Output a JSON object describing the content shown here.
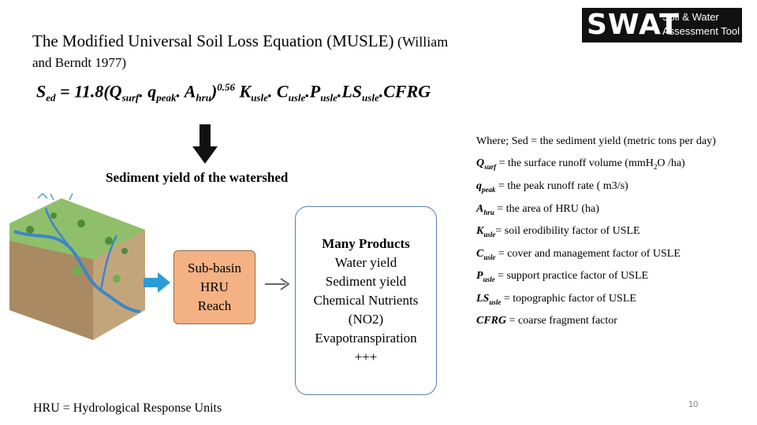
{
  "title": {
    "line1_main": "The Modified Universal Soil Loss Equation (MUSLE)",
    "line1_cite": " (William",
    "line2": "and Berndt 1977)"
  },
  "equation": {
    "s": "S",
    "s_sub": "ed",
    "eq1": " = 11.8(Q",
    "q_sub": "surf",
    "dot1": ". q",
    "qp_sub": "peak",
    "dot2": ". A",
    "a_sub": "hru",
    "close": ")",
    "exp": "0.56",
    "k": " K",
    "k_sub": "usle",
    "c": ". C",
    "c_sub": "usle",
    "p": ".P",
    "p_sub": "usle",
    "ls": ".LS",
    "ls_sub": "usle",
    "cfrg": ".CFRG"
  },
  "logo": {
    "big": "SWAT",
    "line1": "Soil & Water",
    "line2": "Assessment Tool"
  },
  "sediment_heading": "Sediment yield of the watershed",
  "subbasin_box": [
    "Sub-basin",
    "HRU",
    "Reach"
  ],
  "products_box": {
    "heading": "Many Products",
    "items": [
      "Water yield",
      "Sediment yield",
      "Chemical Nutrients",
      "(NO2)",
      "Evapotranspiration",
      "+++"
    ]
  },
  "definitions": {
    "where": "Where; Sed = the sediment yield (metric tons per day)",
    "qsurf": {
      "sym": "Q",
      "sub": "surf",
      "text": " = the surface runoff volume (mmH",
      "sub2": "2",
      "text2": "O /ha)"
    },
    "qpeak": {
      "sym": "q",
      "sub": "peak",
      "text": " = the peak runoff rate ( m3/s)"
    },
    "ahru": {
      "sym": "A",
      "sub": "hru",
      "text": " = the area of HRU (ha)"
    },
    "kusle": {
      "sym": "K",
      "sub": "usle",
      "text": "= soil erodibility factor of USLE"
    },
    "cusle": {
      "sym": "C",
      "sub": "usle",
      "text": " = cover and management factor of USLE"
    },
    "pusle": {
      "sym": "P",
      "sub": "usle",
      "text": " = support practice factor of USLE"
    },
    "lsusle": {
      "sym": "LS",
      "sub": "usle",
      "text": " = topographic factor of USLE"
    },
    "cfrg": {
      "sym": "CFRG",
      "text": " = coarse fragment factor"
    }
  },
  "footnote": "HRU = Hydrological Response Units",
  "page_number": "10",
  "colors": {
    "subbasin_fill": "#f4b183",
    "arrow_fill": "#2e9bd6",
    "products_border": "#5b7fa8",
    "logo_bg": "#111111"
  }
}
